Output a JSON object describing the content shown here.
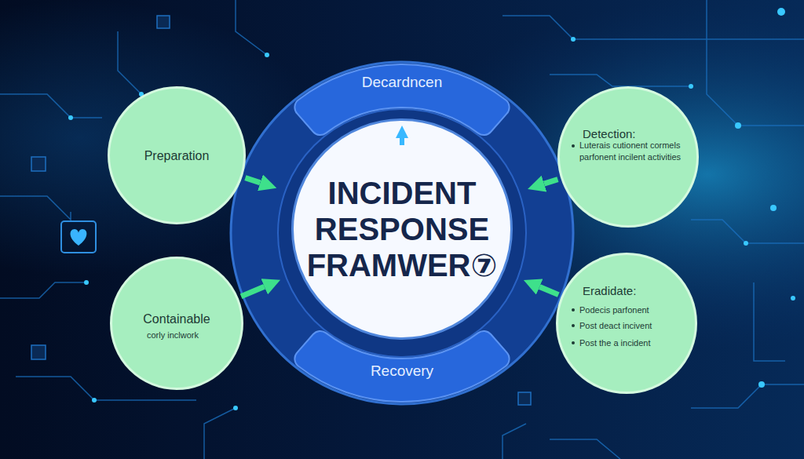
{
  "diagram": {
    "nodes": [
      {
        "text": [
          "Decardncen"
        ]
      },
      {
        "text": [
          "Preparation"
        ]
      },
      {
        "text": [
          "INCIDENT RESPONSE FRAMWER⑦"
        ]
      },
      {
        "text": [
          "Detection:",
          "Luterais cutionent cormels parfonent incilent activities"
        ]
      },
      {
        "text": [
          "Containable",
          "corly inclwork"
        ]
      },
      {
        "text": [
          "Eradidate:",
          "Podecis parfonent",
          "Post deact incivent",
          "Post the a incident"
        ]
      },
      {
        "text": [
          "Recovery"
        ]
      }
    ],
    "edges": [
      {
        "from": 1,
        "to": 2,
        "arrow": "to"
      },
      {
        "from": 3,
        "to": 2,
        "arrow": "to"
      },
      {
        "from": 4,
        "to": 2,
        "arrow": "to"
      },
      {
        "from": 5,
        "to": 2,
        "arrow": "to"
      },
      {
        "from": 2,
        "to": 0,
        "arrow": "to"
      }
    ]
  }
}
